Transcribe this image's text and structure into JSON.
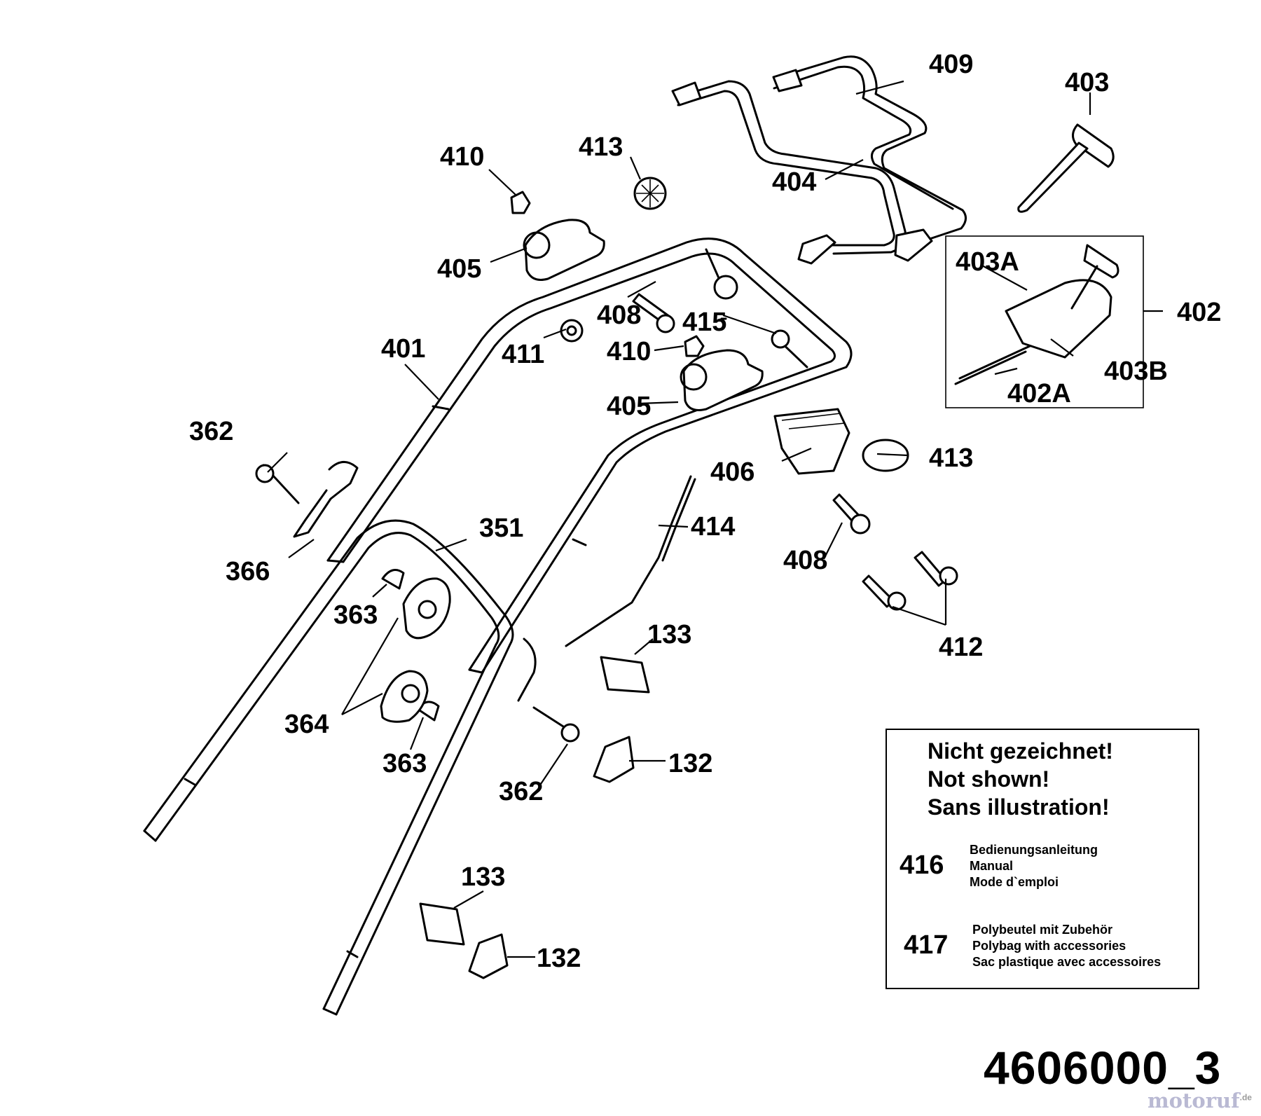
{
  "parts": {
    "p409": "409",
    "p403": "403",
    "p410a": "410",
    "p413a": "413",
    "p404": "404",
    "p405a": "405",
    "p408a": "408",
    "p415": "415",
    "p403a": "403A",
    "p402": "402",
    "p401": "401",
    "p411": "411",
    "p410b": "410",
    "p403b": "403B",
    "p405b": "405",
    "p402a": "402A",
    "p362a": "362",
    "p413b": "413",
    "p406": "406",
    "p351": "351",
    "p414": "414",
    "p366": "366",
    "p408b": "408",
    "p363a": "363",
    "p133a": "133",
    "p412": "412",
    "p364": "364",
    "p363b": "363",
    "p132a": "132",
    "p362b": "362",
    "p133b": "133",
    "p132b": "132"
  },
  "legend": {
    "heading": [
      "Nicht gezeichnet!",
      "Not shown!",
      "Sans illustration!"
    ],
    "items": [
      {
        "number": "416",
        "lines": [
          "Bedienungsanleitung",
          "Manual",
          "Mode d`emploi"
        ]
      },
      {
        "number": "417",
        "lines": [
          "Polybeutel mit Zubehör",
          "Polybag with accessories",
          "Sac plastique avec accessoires"
        ]
      }
    ]
  },
  "drawing_number": "4606000_3",
  "watermark": {
    "text": "motoruf",
    "suffix": ".de"
  },
  "colors": {
    "line": "#000000",
    "background": "#ffffff",
    "watermark": "#b9b9d3"
  }
}
